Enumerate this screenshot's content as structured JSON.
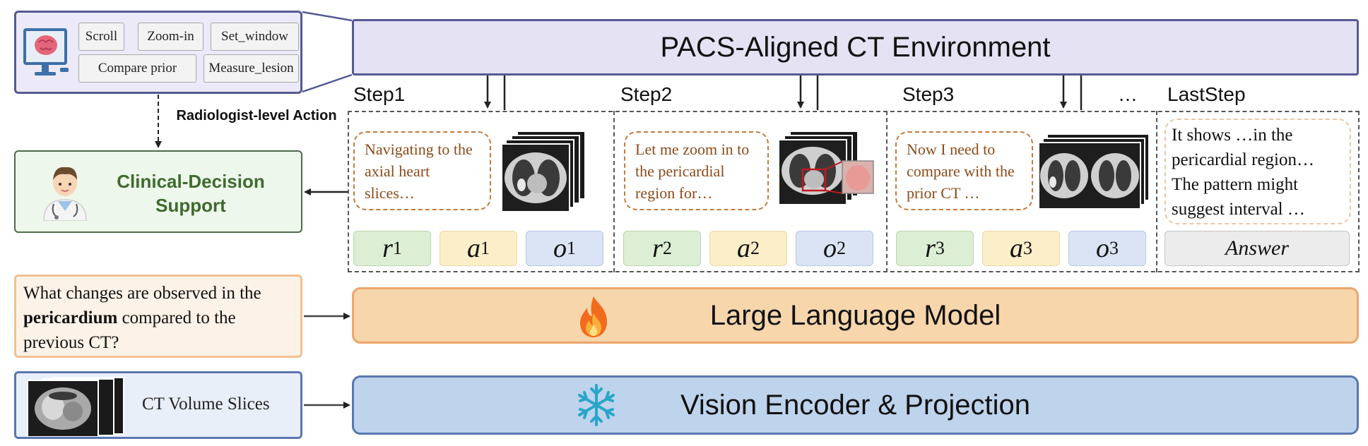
{
  "environment": {
    "title": "PACS-Aligned CT Environment"
  },
  "actions": {
    "tools": [
      "Scroll",
      "Zoom-in",
      "Set_window",
      "Compare prior",
      "Measure_lesion"
    ],
    "label": "Radiologist-level Action"
  },
  "clinical_support": {
    "label": "Clinical-Decision Support"
  },
  "steps": [
    {
      "label": "Step1",
      "thought": "Navigating to the axial heart slices…",
      "tokens": {
        "r": "r",
        "a": "a",
        "o": "o",
        "sub": "1"
      }
    },
    {
      "label": "Step2",
      "thought": "Let me zoom in to the pericardial region for…",
      "tokens": {
        "r": "r",
        "a": "a",
        "o": "o",
        "sub": "2"
      }
    },
    {
      "label": "Step3",
      "thought": "Now I need to compare with the prior CT …",
      "tokens": {
        "r": "r",
        "a": "a",
        "o": "o",
        "sub": "3"
      }
    }
  ],
  "ellipsis": "…",
  "last_step": {
    "label": "LastStep",
    "thought": "It shows …in the pericardial region… The pattern might suggest interval …",
    "answer": "Answer"
  },
  "question": {
    "before": "What changes are observed in the ",
    "bold": "pericardium",
    "after": " compared to the previous CT?"
  },
  "llm": {
    "label": "Large Language Model",
    "icon": "flame-icon"
  },
  "vision": {
    "label": "Vision Encoder & Projection",
    "icon": "snowflake-icon"
  },
  "ct_input": {
    "label": "CT Volume Slices"
  },
  "colors": {
    "environment_fill": "#e4e2f3",
    "environment_border": "#565a92",
    "llm_fill": "#f7d6ac",
    "vision_fill": "#bed3ec",
    "clinical_text": "#3e6b2e",
    "thought_text": "#8b4b19"
  }
}
